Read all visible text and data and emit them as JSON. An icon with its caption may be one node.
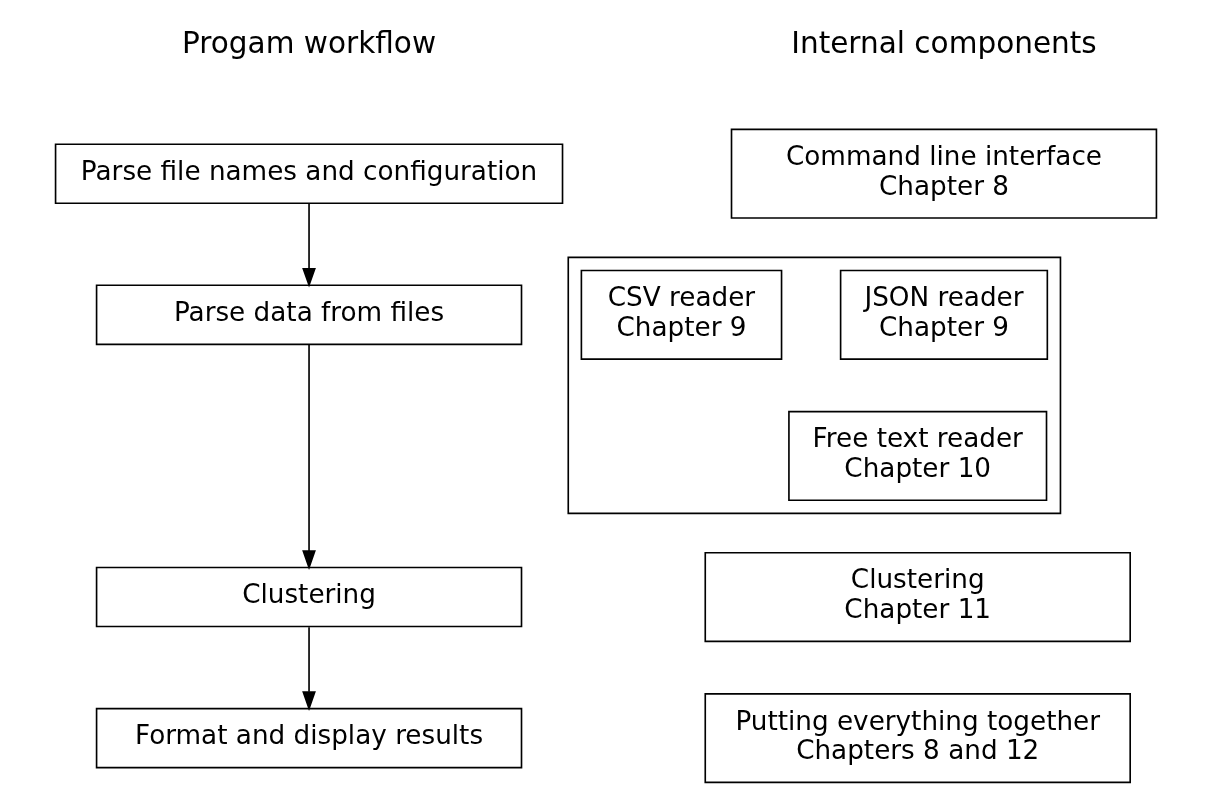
{
  "diagram": {
    "nodes": [
      {
        "text": [
          "Parse file names and configuration"
        ]
      },
      {
        "text": [
          "Parse data from files"
        ]
      },
      {
        "text": [
          "Clustering"
        ]
      },
      {
        "text": [
          "Format and display results"
        ]
      },
      {
        "text": [
          "Command line interface",
          "Chapter 8"
        ]
      },
      {
        "text": [],
        "shape": "box"
      },
      {
        "text": [
          "JSON reader",
          "Chapter 9"
        ],
        "in": 5
      },
      {
        "text": [
          "CSV reader",
          "Chapter 9"
        ],
        "in": 5
      },
      {
        "text": [
          "Free text reader",
          "Chapter 10"
        ],
        "in": 5
      },
      {
        "text": [
          "Clustering",
          "Chapter 11"
        ]
      },
      {
        "text": [
          "Putting everything together",
          "Chapters 8 and 12"
        ]
      }
    ],
    "edges": [
      {
        "from": 0,
        "to": 1,
        "arrow": "to"
      },
      {
        "from": 1,
        "to": 2,
        "arrow": "to"
      },
      {
        "from": 2,
        "to": 3,
        "arrow": "to"
      }
    ],
    "labels": [
      "Progam workflow",
      "Internal components"
    ]
  }
}
